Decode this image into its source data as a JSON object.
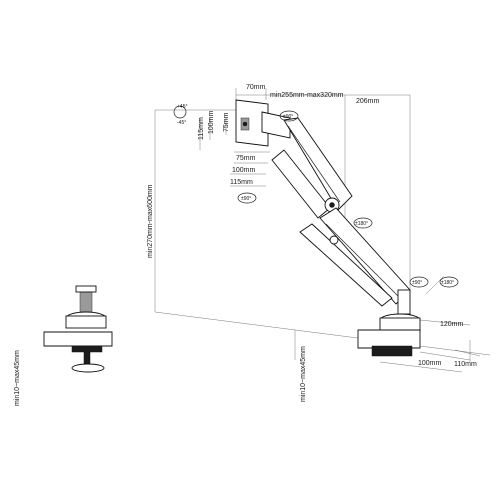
{
  "diagram": {
    "dims": {
      "d70": "70mm",
      "reach": "min255mm-max320mm",
      "d206": "206mm",
      "d115_v": "115mm",
      "d100_v": "100mm",
      "d75_v": "75mm",
      "d75_h": "75mm",
      "d100_h": "100mm",
      "d115_h": "115mm",
      "height": "min270mm-max600mm",
      "desk_left": "min10~max45mm",
      "desk_mid": "min10~max45mm",
      "base_120": "120mm",
      "base_100": "100mm",
      "base_110": "110mm"
    },
    "rotations": {
      "tilt_up": "+45°",
      "tilt_down": "-45°",
      "swivel_head": "±90°",
      "rotate_head": "±90°",
      "elbow": "±180°",
      "base_swivel": "±90°",
      "base_rotate": "±180°"
    }
  }
}
